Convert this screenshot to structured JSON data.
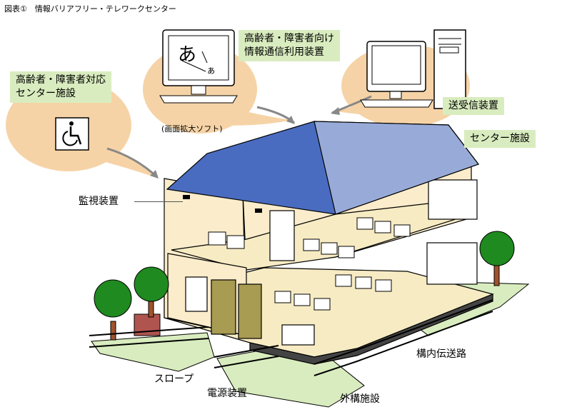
{
  "figure_title": "図表①　情報バリアフリー・テレワークセンター",
  "callouts": {
    "elderly_facility": [
      "高齢者・障害者対応",
      "センター施設"
    ],
    "elderly_device": [
      "高齢者・障害者向け",
      "情報通信利用装置"
    ],
    "transceiver": "送受信装置",
    "center_facility": "センター施設"
  },
  "monitor_glyphs": {
    "large": "あ",
    "small": "ぁ"
  },
  "magnify_caption": "(画面拡大ソフト)",
  "labels": {
    "surveillance": "監視装置",
    "internal_network": "構内伝送路",
    "slope": "スロープ",
    "power_unit": "電源装置",
    "exterior": "外構施設"
  },
  "colors": {
    "bubble": "#f6d3a6",
    "label_bg": "#d9ecbf",
    "roof": "#4a6cc0",
    "roof_light": "#98abd8",
    "wall": "#fbeccb",
    "floor": "#f7ebc3",
    "tree": "#1f8a1f",
    "fence_ground": "#d9ecbf",
    "door": "#a89b52",
    "planter": "#b05450"
  }
}
